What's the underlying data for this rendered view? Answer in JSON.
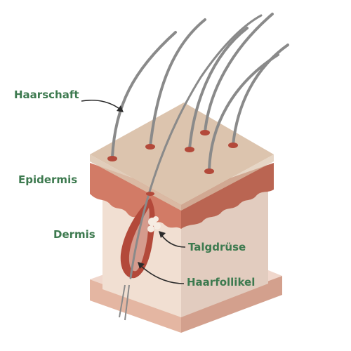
{
  "labels": {
    "hair_shaft": "Haarschaft",
    "epidermis": "Epidermis",
    "dermis": "Dermis",
    "sebaceous_gland": "Talgdrüse",
    "hair_follicle": "Haarfollikel"
  },
  "colors": {
    "label_text": "#3d7a4f",
    "top_surface": "#dcc4ae",
    "epidermis_front": "#d27b66",
    "epidermis_side": "#ba6552",
    "dermis_front": "#f1dfd2",
    "dermis_side": "#e2ccbf",
    "base_front": "#e4b6a2",
    "base_side": "#d3a08d",
    "hair": "#8a8a8a",
    "follicle": "#b3493a",
    "gland": "#f6ece2",
    "arrow": "#2b2b2b"
  }
}
